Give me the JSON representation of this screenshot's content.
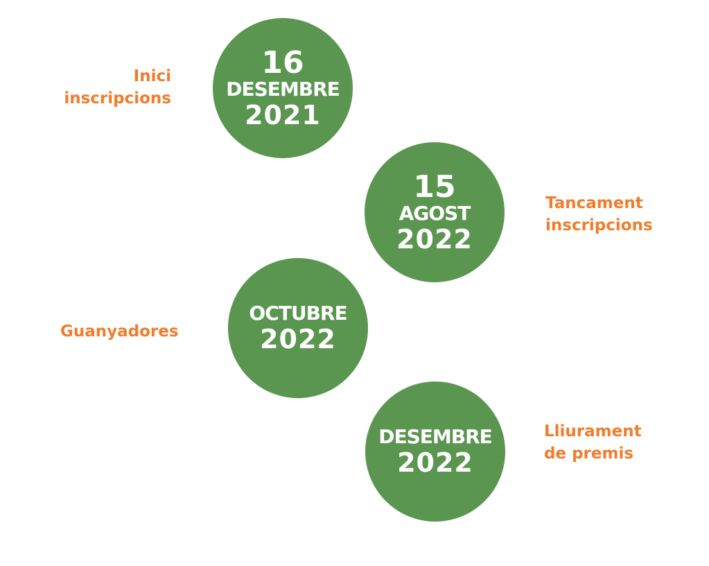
{
  "milestones": [
    {
      "day": "16",
      "month": "DESEMBRE",
      "year": "2021",
      "label_lines": [
        "Inici",
        "inscripcions"
      ]
    },
    {
      "day": "15",
      "month": "AGOST",
      "year": "2022",
      "label_lines": [
        "Tancament",
        "inscripcions"
      ]
    },
    {
      "month": "OCTUBRE",
      "year": "2022",
      "label_lines": [
        "Guanyadores"
      ]
    },
    {
      "month": "DESEMBRE",
      "year": "2022",
      "label_lines": [
        "Lliurament",
        "de premis"
      ]
    }
  ],
  "colors": {
    "circle": "#5a9650",
    "label": "#ef7d2c"
  }
}
